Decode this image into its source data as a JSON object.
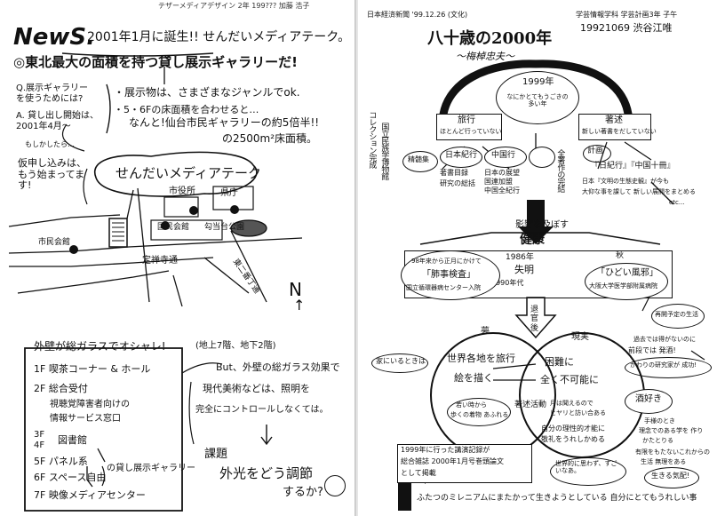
{
  "left": {
    "author_label": "テザーメディアデザイン 2年 199??? 加藤 浩子",
    "headline_news": "NewS.",
    "headline_rest": "2001年1月に誕生!! せんだいメディアテーク。",
    "subheadline": "◎東北最大の面積を持つ貸し展示ギャラリーだ!",
    "question": "Q.展示ギャラリーを使うためには?",
    "answer_a": "A. 貸し出し開始は、2001年4月〜",
    "answer_a_note": "もしかしたら…",
    "answer_b": "仮申し込みは、もう始まってます!",
    "bullet1": "・展示物は、さまざまなジャンルでok.",
    "bullet2": "・5・6Fの床面積を合わせると…",
    "comparison": "なんと!仙台市民ギャラリーの約5倍半!!",
    "area": "の2500m²床面積。",
    "map_title": "せんだいメディアテーク",
    "map_cityhall": "市役所",
    "map_prefecture": "県庁",
    "map_shimin": "市民会館",
    "map_kokumin": "国民会館",
    "map_koto": "勾当台公園",
    "map_jozenji": "定禅寺通",
    "map_higashi": "東二番丁通",
    "map_north": "N",
    "glass_title": "外壁が総ガラスでオシャレ!",
    "glass_floors": "(地上7階、地下2階)",
    "floor_1f": "1F  喫茶コーナー & ホール",
    "floor_2f": "2F  総合受付",
    "floor_2f_sub1": "視聴覚障害者向けの",
    "floor_2f_sub2": "情報サービス窓口",
    "floor_3f4f": "3F 4F",
    "floor_3f4f_label": "図書館",
    "floor_5f": "5F  パネル系",
    "floor_6f": "6F  スペース自由",
    "floor_56_label": "の貸し展示ギャラリー",
    "floor_7f": "7F  映像メディアセンター",
    "but_line1": "But、外壁の総ガラス効果で",
    "but_line2": "現代美術などは、照明を",
    "but_line3": "完全にコントロールしなくては。",
    "issue_label": "課題",
    "issue_line1": "外光をどう調節",
    "issue_line2": "するか?"
  },
  "right": {
    "source_note": "日本経済新聞 '99.12.26 (文化)",
    "author_line1": "学芸情報学科 学芸計画3年 子午",
    "author_line2": "19921069 渋谷江唯",
    "title": "八十歳の2000年",
    "subtitle": "〜梅棹忠夫〜",
    "year_1999": "1999年",
    "year_1999_note": "なにかとてもうごきの多い年",
    "travel_label": "旅行",
    "travel_note": "ほとんど行っていない",
    "writing_label": "著述",
    "writing_note": "新しい著書をだしていない",
    "vertical_left": "コレクション完成",
    "vertical_left2": "国立民族学博物館",
    "vertical_mid": "全著作の完結",
    "book1": "精髄集",
    "book2": "日本紀行",
    "book3": "中国行",
    "book4": "著書目録",
    "book5": "研究の総括",
    "book6": "日本の展望",
    "book7": "国連加盟",
    "book8": "中国全紀行",
    "plan_label": "計画",
    "plan_line1": "『日紀行』『中国十冊』",
    "plan_line2": "日本『文明の生態史観』が今も",
    "plan_line3": "大仰な事を課して 新しい展開をまとめる",
    "plan_etc": "etc...",
    "influence": "影響を及ぼす",
    "health": "健康",
    "health_year": "1986年",
    "blind": "失明",
    "left_oval1": "98年来から正月にかけて",
    "left_oval2": "「肺事検査」",
    "left_oval3": "国立循環器病センター入院",
    "autumn": "秋",
    "autumn_label": "「ひどい風邪」",
    "autumn_note": "大阪大学医学部附属病院",
    "hospital_note": "1990年代",
    "retire": "退官後",
    "after_note": "再開予定の生活",
    "dream": "夢",
    "reality": "現実",
    "dream_left": "家にいるときは",
    "dream_text1": "世界各地を旅行",
    "dream_text2": "絵を描く",
    "dream_small1": "若い時から",
    "dream_small2": "歩くの着物 あふれる",
    "reality_text1": "困難に",
    "reality_text2": "全く不可能に",
    "reality_note1": "月は聞えるので",
    "reality_note2": "ヒヤリと訪い合ある",
    "reality_note3": "自分の理性的才能に",
    "reality_note4": "敬礼をうれしかめる",
    "activity": "著述活動",
    "comment1": "過去では得がないのに",
    "comment2": "前段では 発酒!",
    "comment3": "かわりの研究家が 成功!",
    "lady": "酒好き",
    "lady_note1": "手様のとき",
    "lady_note2": "理念でのある学を 作り",
    "lady_note3": "かたとりる",
    "lady_note4": "有限をもたないこれからの",
    "lady_note5": "生活 無理をある",
    "lady_bottom": "生きる気配!",
    "bottom_box1": "1999年に行った講演記録が",
    "bottom_box2": "総合雑誌 2000年1月号巻頭論文",
    "bottom_box3": "として掲載",
    "bottom_oval": "世界的に思わず、すごいなあ。",
    "bottom_line": "ふたつのミレニアムにまたかって生きようとしている 自分にとてもうれしい事"
  }
}
